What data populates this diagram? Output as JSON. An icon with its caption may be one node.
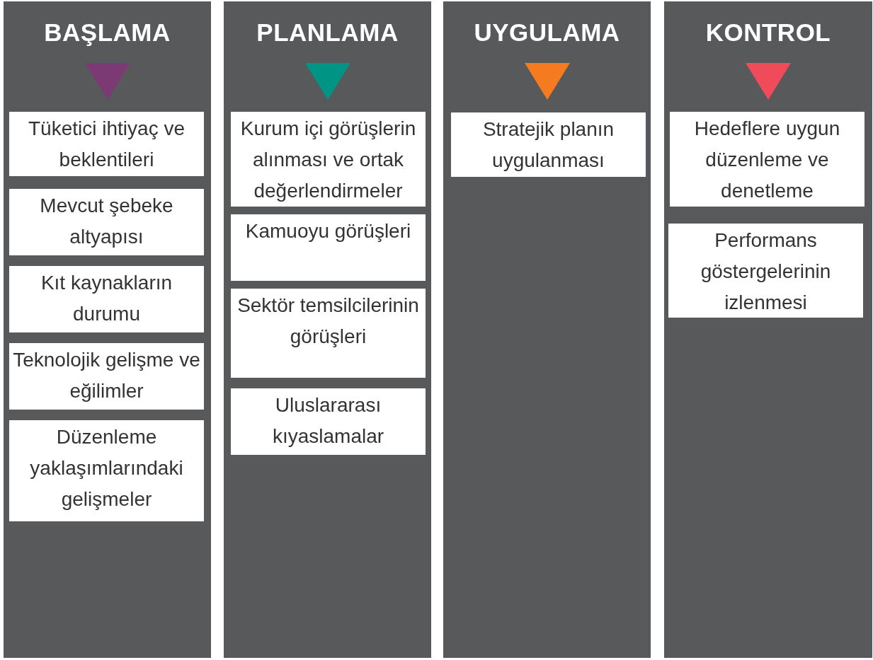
{
  "diagram": {
    "nodes": [
      {
        "text": [
          "BAŞLAMA"
        ]
      },
      {
        "text": [
          "Tüketici ihtiyaç ve beklentileri"
        ],
        "in": 0
      },
      {
        "text": [
          "Mevcut şebeke altyapısı"
        ],
        "in": 0
      },
      {
        "text": [
          "Kıt kaynakların durumu"
        ],
        "in": 0
      },
      {
        "text": [
          "Teknolojik gelişme ve eğilimler"
        ],
        "in": 0
      },
      {
        "text": [
          "Düzenleme yaklaşımlarındaki gelişmeler"
        ],
        "in": 0
      },
      {
        "text": [
          "PLANLAMA"
        ]
      },
      {
        "text": [
          "Kurum içi görüşlerin alınması ve ortak değerlendirmeler"
        ],
        "in": 6
      },
      {
        "text": [
          "Kamuoyu görüşleri"
        ],
        "in": 6
      },
      {
        "text": [
          "Sektör temsilcilerinin görüşleri"
        ],
        "in": 6
      },
      {
        "text": [
          "Uluslararası kıyaslamalar"
        ],
        "in": 6
      },
      {
        "text": [
          "UYGULAMA"
        ]
      },
      {
        "text": [
          "Stratejik planın uygulanması"
        ],
        "in": 11
      },
      {
        "text": [
          "KONTROL"
        ]
      },
      {
        "text": [
          "Hedeflere uygun düzenleme ve denetleme"
        ],
        "in": 13
      },
      {
        "text": [
          "Performans göstergelerinin izlenmesi"
        ],
        "in": 13
      }
    ]
  }
}
